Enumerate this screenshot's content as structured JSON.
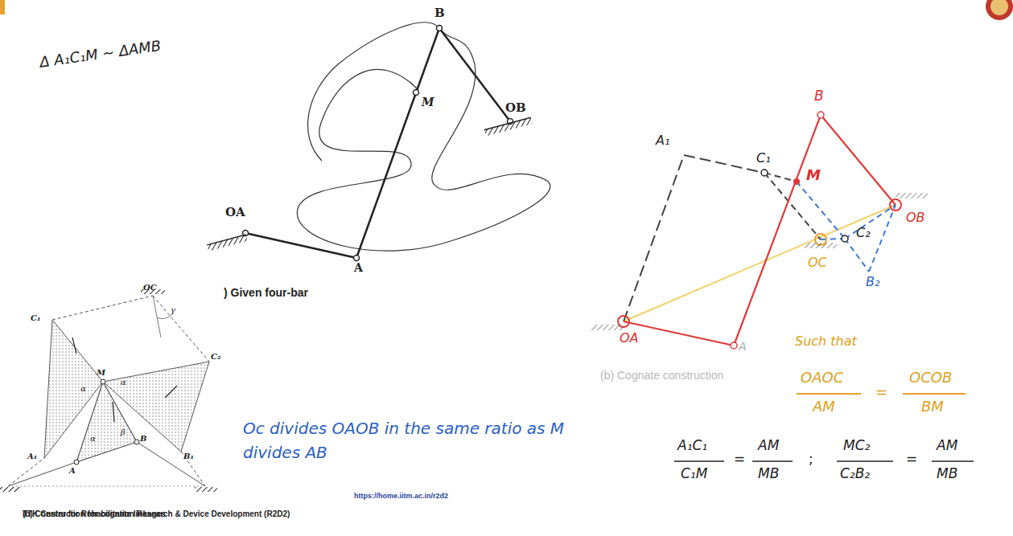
{
  "diagram": {
    "caption": "(b) Construction for cognate linkages",
    "labels": [
      "Δ A₁C₁M ~ ΔAMB",
      "B",
      "M",
      "OB",
      "OA",
      "A",
      ") Given four-bar",
      "A₁",
      "C₁",
      "M",
      "C₂",
      "OB",
      "OC",
      "B₂",
      "B",
      "OA",
      "A",
      "(b) Cognate construction",
      "Such that",
      "OAOC",
      "AM",
      "=",
      "OCOB",
      "BM",
      "A₁C₁",
      "C₁M",
      "=",
      "AM",
      "MB",
      ";",
      "MC₂",
      "C₂B₂",
      "=",
      "AM",
      "MB",
      "Oc divides OAOB in the same ratio as M divides AB",
      "OC",
      "C₁",
      "γ",
      "M",
      "α",
      "α",
      "C₂",
      "A₁",
      "α",
      "β",
      "B₁",
      "A",
      "B",
      "TTK Center for Rehabilitation Research & Device Development (R2D2)",
      "https://home.iitm.ac.in/r2d2"
    ]
  }
}
